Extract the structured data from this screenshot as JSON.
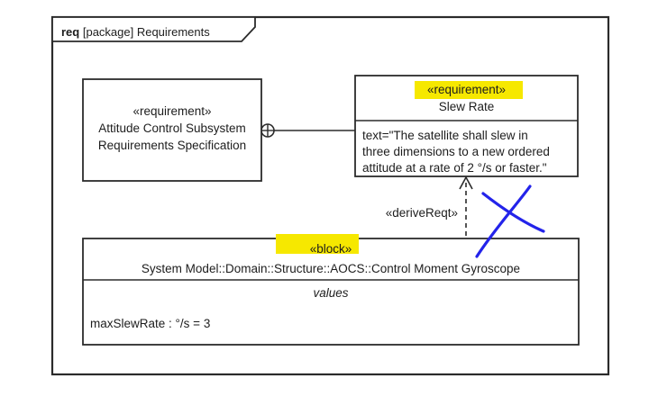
{
  "diagram": {
    "tab": {
      "keyword": "req",
      "label": " [package] Requirements"
    },
    "colors": {
      "highlight": "#f6e800",
      "annotation_blue": "#2323ea",
      "line": "#2b2b2b"
    },
    "acs_requirement": {
      "stereotype": "«requirement»",
      "name_line1": "Attitude Control Subsystem",
      "name_line2": "Requirements Specification"
    },
    "slew_rate_requirement": {
      "stereotype": "«requirement»",
      "name": "Slew Rate",
      "body_text": "text=\"The satellite shall slew in\nthree dimensions to a new ordered\nattitude at a rate of 2 °/s or faster.\""
    },
    "derive_edge": {
      "label": "«deriveReqt»"
    },
    "cmg_block": {
      "stereotype": "«block»",
      "name": "System Model::Domain::Structure::AOCS::Control Moment Gyroscope",
      "values_label": "values",
      "value_entry": "maxSlewRate : °/s = 3"
    }
  }
}
